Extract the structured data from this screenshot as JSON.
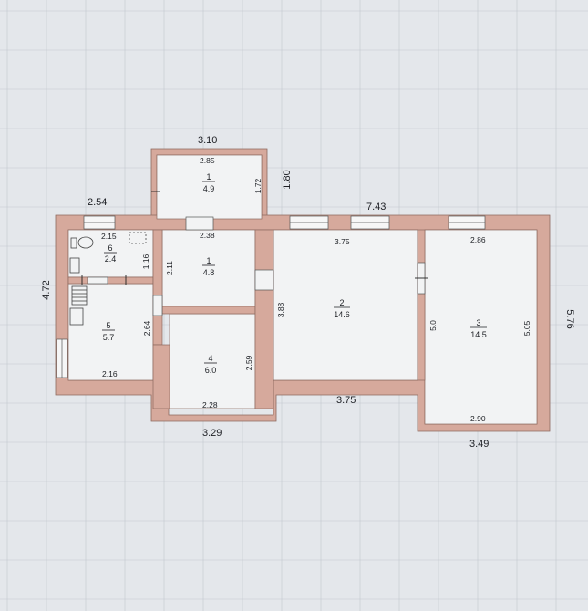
{
  "colors": {
    "paper": "#e4e7eb",
    "grid": "#b9c0c8",
    "wall": "#d6a99c",
    "wall_stroke": "#8d6a5f",
    "floor": "#f2f3f4",
    "text": "#1d1f24"
  },
  "outer_dims": {
    "top_projection": "3.10",
    "left_top": "2.54",
    "projection_height": "1.80",
    "right_top": "7.43",
    "left_side": "4.72",
    "right_side": "5.76",
    "bottom_left": "3.29",
    "bottom_right": "3.49"
  },
  "rooms": [
    {
      "id": "1",
      "area": "4.9",
      "dims": [
        "2.85",
        "1.72"
      ]
    },
    {
      "id": "1",
      "area": "4.8",
      "dims": [
        "2.38",
        "2.11"
      ]
    },
    {
      "id": "2",
      "area": "14.6",
      "dims": [
        "3.75",
        "3.88",
        "3.75"
      ]
    },
    {
      "id": "3",
      "area": "14.5",
      "dims": [
        "2.86",
        "5.0",
        "5.05",
        "2.90"
      ]
    },
    {
      "id": "4",
      "area": "6.0",
      "dims": [
        "2.59",
        "2.28"
      ]
    },
    {
      "id": "5",
      "area": "5.7",
      "dims": [
        "2.64",
        "2.16"
      ]
    },
    {
      "id": "6",
      "area": "2.4",
      "dims": [
        "2.15",
        "1.16"
      ]
    }
  ]
}
